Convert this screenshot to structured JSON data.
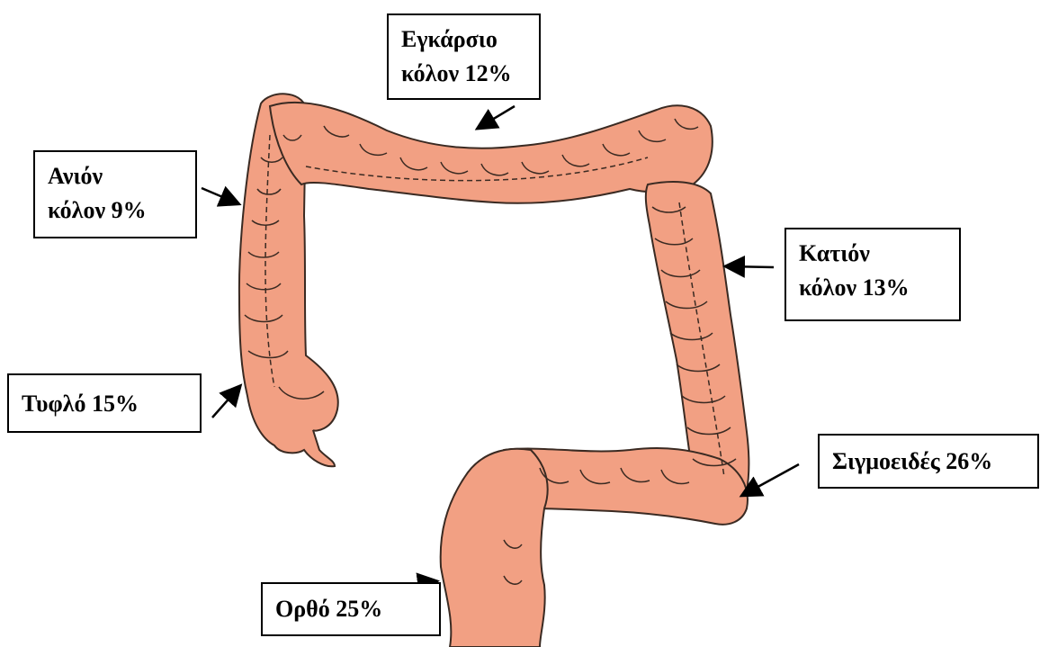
{
  "diagram": {
    "colors": {
      "colon_fill": "#F2A083",
      "colon_stroke": "#3a2a22",
      "arrow": "#000000"
    },
    "labels": {
      "transverse": {
        "line1": "Εγκάρσιο",
        "line2": "κόλον 12%"
      },
      "ascending": {
        "line1": "Ανιόν",
        "line2": "κόλον 9%"
      },
      "descending": {
        "line1": "Κατιόν",
        "line2": "κόλον 13%"
      },
      "cecum": {
        "line1": "Τυφλό 15%"
      },
      "sigmoid": {
        "line1": "Σιγμοειδές 26%"
      },
      "rectum": {
        "line1": "Ορθό 25%"
      }
    }
  }
}
